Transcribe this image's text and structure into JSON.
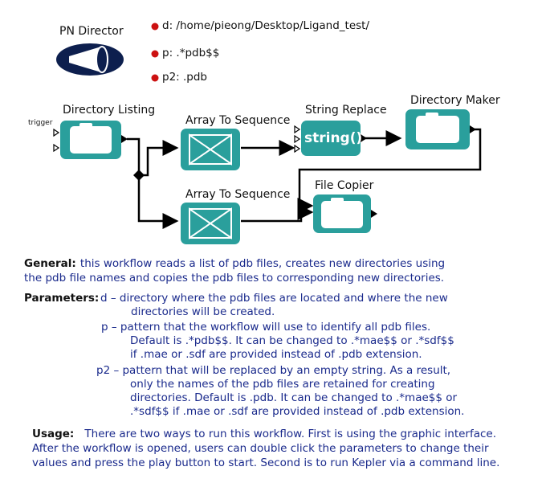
{
  "director": {
    "title": "PN Director"
  },
  "parameters": [
    {
      "name": "d",
      "value": "/home/pieong/Desktop/Ligand_test/",
      "text": "d: /home/pieong/Desktop/Ligand_test/"
    },
    {
      "name": "p",
      "value": ".*pdb$$",
      "text": "p: .*pdb$$"
    },
    {
      "name": "p2",
      "value": ".pdb",
      "text": "p2: .pdb"
    }
  ],
  "actors": {
    "directory_listing": "Directory Listing",
    "trigger_port": "trigger",
    "array_to_sequence_top": "Array To Sequence",
    "array_to_sequence_bottom": "Array To Sequence",
    "string_replace": "String Replace",
    "string_replace_icon_text": "string()",
    "directory_maker": "Directory Maker",
    "file_copier": "File Copier"
  },
  "annotations": {
    "general": {
      "heading": "General:",
      "lines": [
        "this workflow reads a list of pdb files, creates new directories using",
        "the pdb file names and copies the pdb files to corresponding new directories."
      ]
    },
    "parameters": {
      "heading": "Parameters:",
      "d_lines": [
        "d  – directory where the pdb files are located and where the new",
        "directories will be created."
      ],
      "p_lines": [
        "p  – pattern that the workflow will use to identify all pdb files.",
        "Default is .*pdb$$. It can  be changed to .*mae$$ or .*sdf$$",
        "if .mae or .sdf are provided instead of .pdb extension."
      ],
      "p2_lines": [
        "p2 – pattern that will be replaced by an empty string. As a result,",
        "only the names of the pdb files are retained for creating",
        "directories. Default is .pdb. It can be changed to .*mae$$ or",
        ".*sdf$$ if .mae or .sdf  are provided instead of .pdb extension."
      ]
    },
    "usage": {
      "heading": "Usage:",
      "lines": [
        "There are two ways to run this workflow. First is using the graphic interface.",
        "After the workflow is opened, users can double click the parameters to change their",
        "values and press the play button to start. Second is to run Kepler via a command line."
      ]
    }
  },
  "colors": {
    "actor_teal": "#2a9f9c",
    "parameter_bullet": "#cc1111",
    "director_navy": "#0d1f4e",
    "annotation_blue": "#1a2a8c"
  }
}
